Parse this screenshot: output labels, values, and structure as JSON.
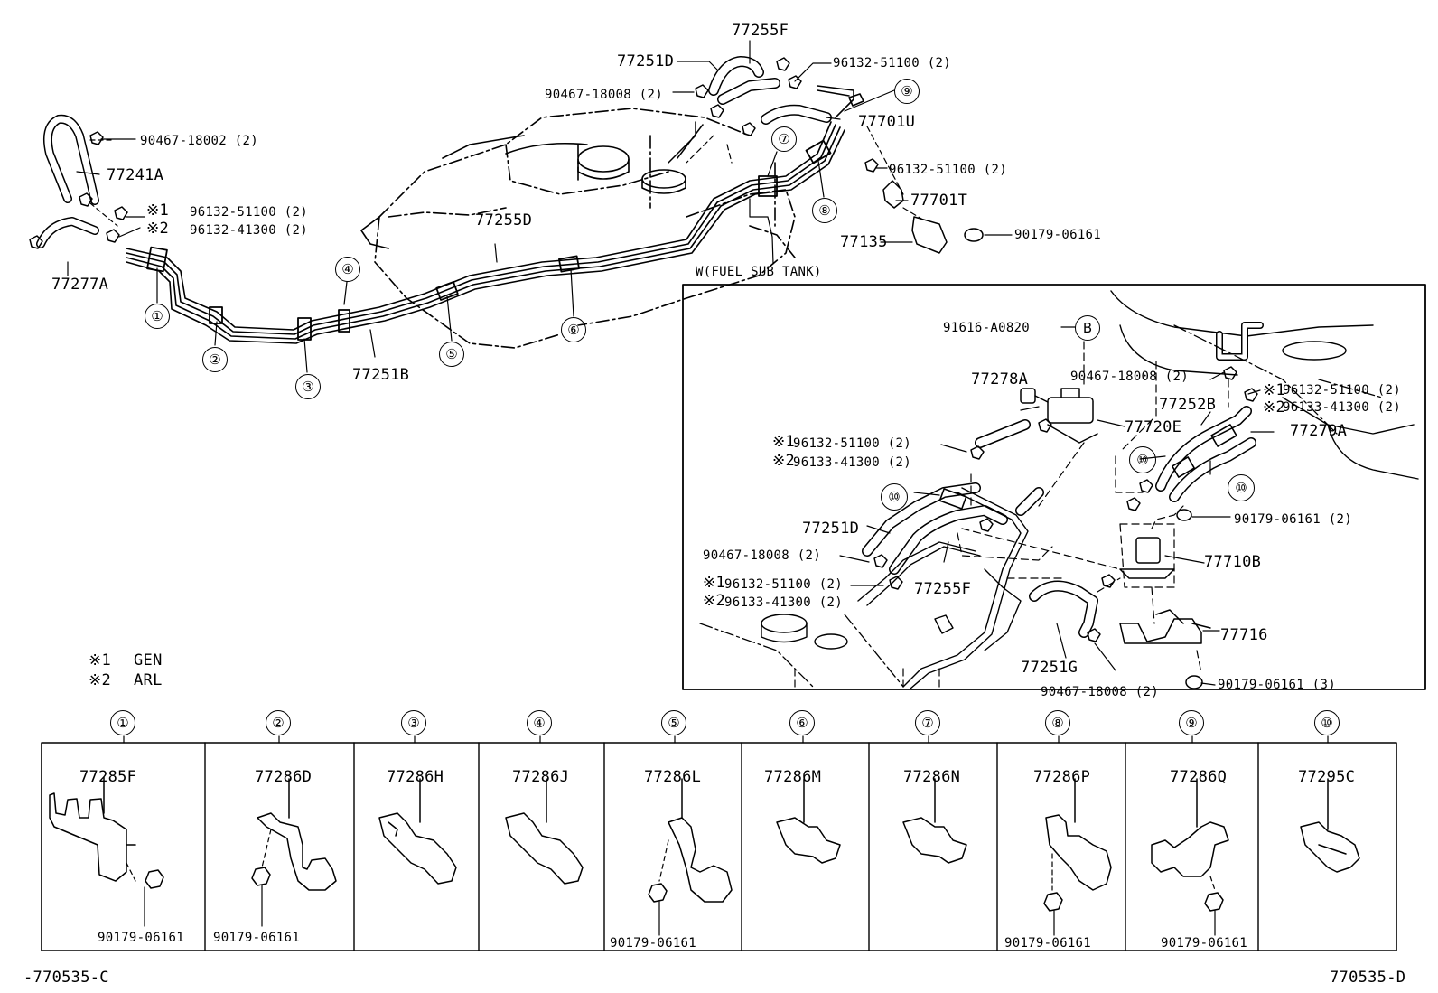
{
  "labels": {
    "p77255F": "77255F",
    "p77251D_top": "77251D",
    "p96132_51100_a": "96132-51100 (2)",
    "p90467_18008_top": "90467-18008 (2)",
    "p77701U": "77701U",
    "p90467_18002": "90467-18002 (2)",
    "p77241A": "77241A",
    "p96132_51100_b": "96132-51100 (2)",
    "p77701T": "77701T",
    "p77135": "77135",
    "p90179_06161_top": "90179-06161",
    "p77255D": "77255D",
    "mark1_a": "※1",
    "mark2_a": "※2",
    "p96132_51100_c": "96132-51100 (2)",
    "p96132_41300": "96132-41300 (2)",
    "p77277A": "77277A",
    "fuel_sub_tank": "W(FUEL SUB TANK)",
    "p77251B": "77251B"
  },
  "callouts_main": [
    "①",
    "②",
    "③",
    "④",
    "⑤",
    "⑥",
    "⑦",
    "⑧",
    "⑨"
  ],
  "inset": {
    "B": "B",
    "p91616": "91616-A0820",
    "p90467_18008_r": "90467-18008 (2)",
    "p96132_51100_r": "96132-51100 (2)",
    "p96133_41300_r": "96133-41300 (2)",
    "p77252B": "77252B",
    "p77279A": "77279A",
    "p77278A": "77278A",
    "p77720E": "77720E",
    "mark1_b": "※1",
    "mark2_b": "※2",
    "p96132_51100_l": "96132-51100 (2)",
    "p96133_41300_l": "96133-41300 (2)",
    "p90179_06161_2": "90179-06161 (2)",
    "p77251D": "77251D",
    "p90467_18008_l": "90467-18008 (2)",
    "mark1_c": "※1",
    "mark2_c": "※2",
    "p96132_51100_l2": "96132-51100 (2)",
    "p96133_41300_l2": "96133-41300 (2)",
    "p77255F": "77255F",
    "p77710B": "77710B",
    "p77716": "77716",
    "p77251G": "77251G",
    "p90467_18008_b": "90467-18008 (2)",
    "p90179_06161_3": "90179-06161 (3)",
    "c10": "⑩"
  },
  "legend": {
    "mark1": "※1",
    "gen": "GEN",
    "mark2": "※2",
    "arl": "ARL"
  },
  "panels": [
    {
      "num": "①",
      "part": "77285F",
      "bolt": "90179-06161"
    },
    {
      "num": "②",
      "part": "77286D",
      "bolt": "90179-06161"
    },
    {
      "num": "③",
      "part": "77286H",
      "bolt": ""
    },
    {
      "num": "④",
      "part": "77286J",
      "bolt": ""
    },
    {
      "num": "⑤",
      "part": "77286L",
      "bolt": "90179-06161"
    },
    {
      "num": "⑥",
      "part": "77286M",
      "bolt": ""
    },
    {
      "num": "⑦",
      "part": "77286N",
      "bolt": ""
    },
    {
      "num": "⑧",
      "part": "77286P",
      "bolt": "90179-06161"
    },
    {
      "num": "⑨",
      "part": "77286Q",
      "bolt": "90179-06161"
    },
    {
      "num": "⑩",
      "part": "77295C",
      "bolt": ""
    }
  ],
  "footer": {
    "left": "-770535-C",
    "right": "770535-D"
  }
}
